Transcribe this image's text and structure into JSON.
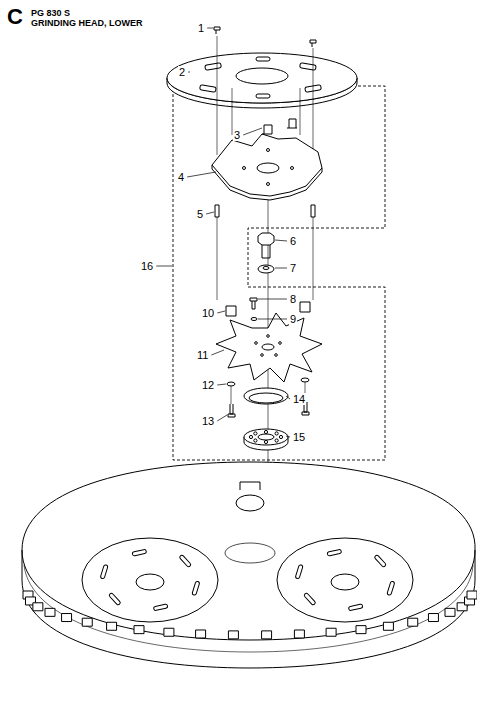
{
  "diagram": {
    "labels": [
      "C",
      "PG 830 S",
      "GRINDING HEAD, LOWER",
      "1",
      "2",
      "3",
      "4",
      "5",
      "6",
      "7",
      "8",
      "9",
      "10",
      "11",
      "12",
      "13",
      "14",
      "15",
      "16"
    ]
  }
}
